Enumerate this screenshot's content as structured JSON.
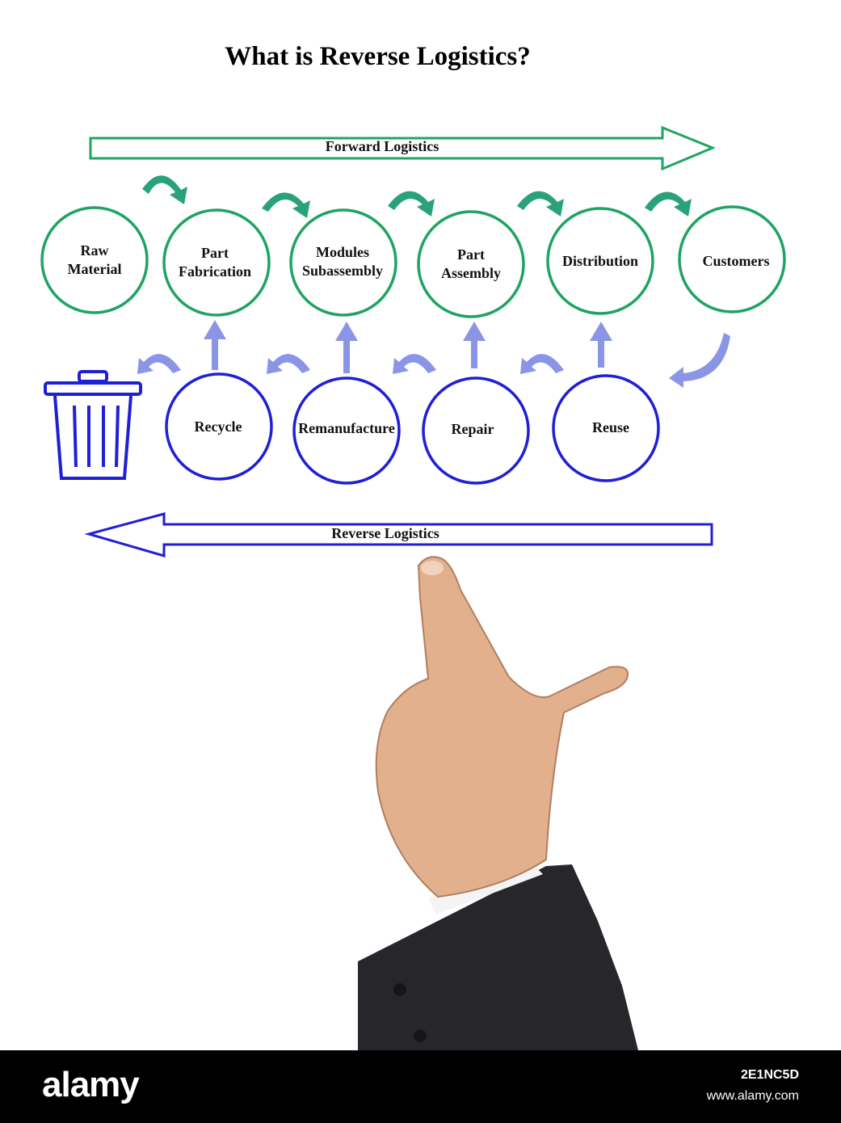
{
  "title": "What is Reverse Logistics?",
  "forward": {
    "label": "Forward Logistics",
    "color": "#1fa463",
    "nodes": [
      {
        "l1": "Raw",
        "l2": "Material"
      },
      {
        "l1": "Part",
        "l2": "Fabrication"
      },
      {
        "l1": "Modules",
        "l2": "Subassembly"
      },
      {
        "l1": "Part",
        "l2": "Assembly"
      },
      {
        "l1": "Distribution",
        "l2": ""
      },
      {
        "l1": "Customers",
        "l2": ""
      }
    ]
  },
  "reverse": {
    "label": "Reverse Logistics",
    "color": "#1f1fd6",
    "nodes": [
      "Recycle",
      "Remanufacture",
      "Repair",
      "Reuse"
    ]
  },
  "connector_color": "#8b95e6",
  "connector_forward_color": "#2aa278",
  "icons": [
    "trash-bin-icon",
    "pointing-hand-icon"
  ],
  "footer": {
    "brand": "alamy",
    "image_id": "2E1NC5D",
    "url": "www.alamy.com"
  }
}
